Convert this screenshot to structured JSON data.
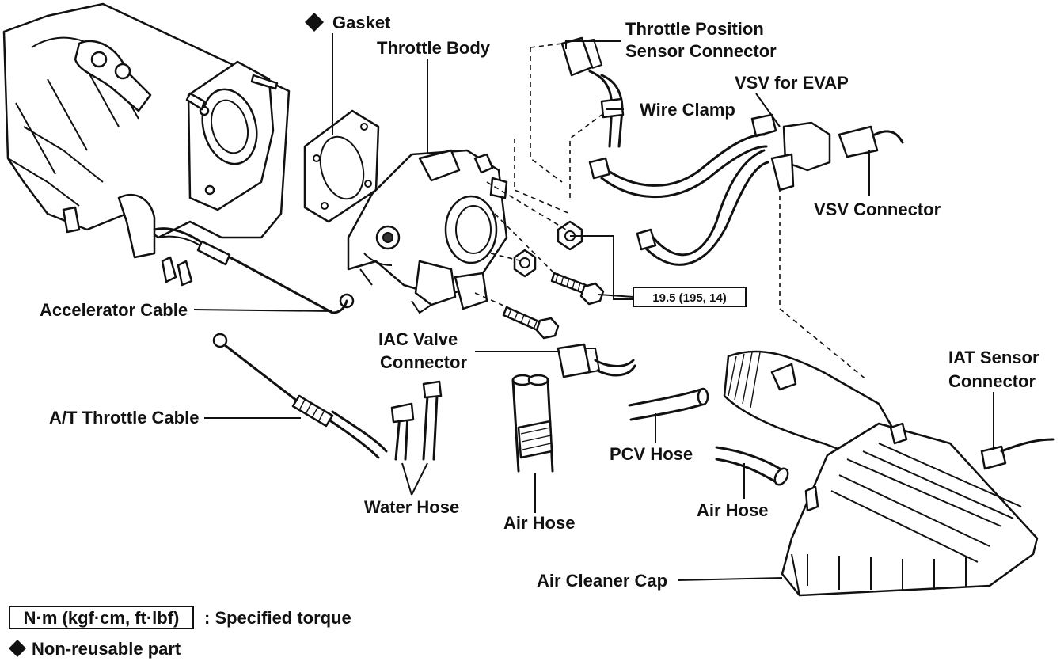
{
  "labels": {
    "gasket": "Gasket",
    "throttle_body": "Throttle Body",
    "tps_connector_l1": "Throttle Position",
    "tps_connector_l2": "Sensor Connector",
    "vsv_evap": "VSV for EVAP",
    "wire_clamp": "Wire Clamp",
    "vsv_connector": "VSV Connector",
    "accelerator_cable": "Accelerator Cable",
    "iac_l1": "IAC Valve",
    "iac_l2": "Connector",
    "at_throttle_cable": "A/T Throttle Cable",
    "iat_l1": "IAT Sensor",
    "iat_l2": "Connector",
    "pcv_hose": "PCV Hose",
    "air_hose_right": "Air Hose",
    "water_hose": "Water Hose",
    "air_hose_center": "Air Hose",
    "air_cleaner_cap": "Air Cleaner Cap"
  },
  "torque_spec": "19.5 (195, 14)",
  "legend": {
    "torque_box": "N·m (kgf·cm, ft·lbf)",
    "torque_text": ": Specified torque",
    "nonreusable": "Non-reusable part"
  }
}
